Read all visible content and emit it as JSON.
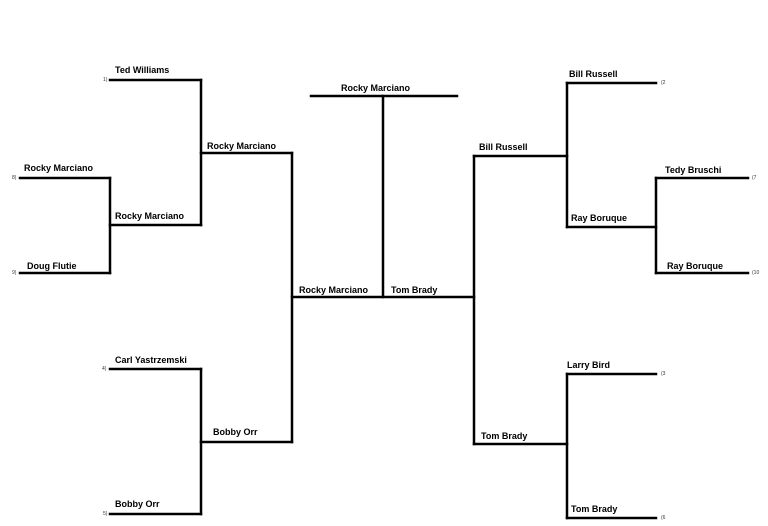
{
  "bracket": {
    "left": {
      "r1": [
        {
          "name": "Ted Williams",
          "seed": "1)"
        },
        {
          "name": "Rocky Marciano",
          "seed": "8)"
        },
        {
          "name": "Doug Flutie",
          "seed": "9)"
        },
        {
          "name": "Carl Yastrzemski",
          "seed": "4)"
        },
        {
          "name": "Bobby Orr",
          "seed": "5)"
        }
      ],
      "r2": [
        "Rocky Marciano"
      ],
      "r3": [
        "Rocky Marciano",
        "Bobby Orr"
      ],
      "semi": "Rocky Marciano"
    },
    "right": {
      "r1": [
        {
          "name": "Bill Russell",
          "seed": "(2"
        },
        {
          "name": "Tedy Bruschi",
          "seed": "(7"
        },
        {
          "name": "Ray Boruque",
          "seed": "(10"
        },
        {
          "name": "Larry Bird",
          "seed": "(3"
        },
        {
          "name": "Tom Brady",
          "seed": "(6"
        }
      ],
      "r2": [
        "Ray Boruque"
      ],
      "r3": [
        "Bill Russell",
        "Tom Brady"
      ],
      "semi": "Tom Brady"
    },
    "champion": "Rocky Marciano"
  }
}
